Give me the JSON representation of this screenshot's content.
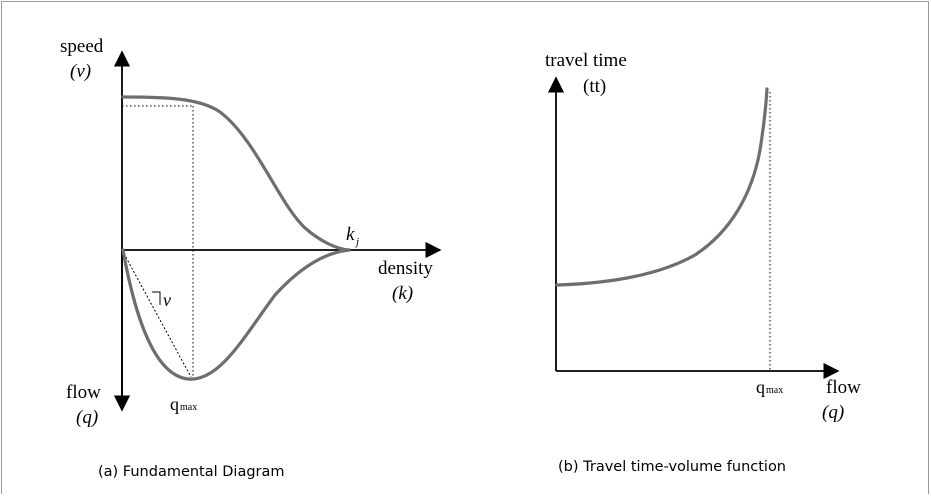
{
  "panel_a": {
    "caption": "(a) Fundamental Diagram",
    "speed_label": "speed",
    "speed_symbol": "(v)",
    "density_label": "density",
    "density_symbol": "(k)",
    "flow_label": "flow",
    "flow_symbol": "(q)",
    "jam_density_base": "k",
    "jam_density_sub": "j",
    "qmax_base": "q",
    "qmax_sub": "max",
    "slope_symbol": "v"
  },
  "panel_b": {
    "caption": "(b) Travel time-volume function",
    "time_label": "travel time",
    "time_symbol": "(tt)",
    "flow_label": "flow",
    "flow_symbol": "(q)",
    "qmax_base": "q",
    "qmax_sub": "max"
  },
  "colors": {
    "curve": "#6e6e6e",
    "axis": "#000000",
    "frame": "#9a9a9a"
  }
}
